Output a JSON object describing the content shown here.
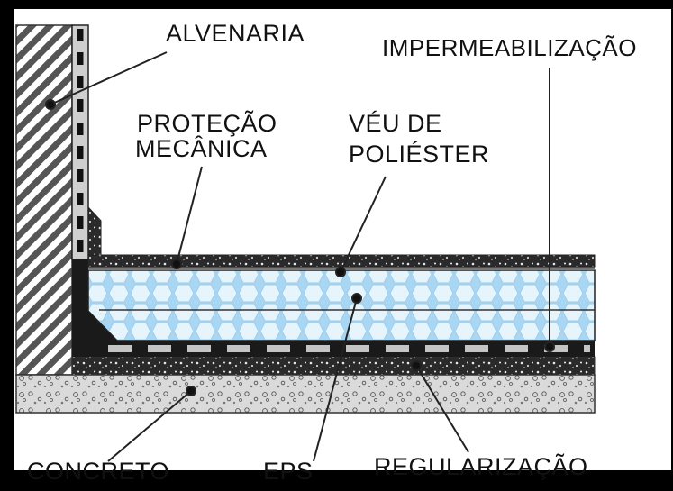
{
  "labels": {
    "alvenaria": "ALVENARIA",
    "impermeabilizacao": "IMPERMEABILIZAÇÃO",
    "protecao_line1": "PROTEÇÃO",
    "protecao_line2": "MECÂNICA",
    "veu_line1": "VÉU DE",
    "veu_line2": "POLIÉSTER",
    "concreto": "CONCRETO",
    "eps": "EPS",
    "regularizacao": "REGULARIZAÇÃO"
  },
  "colors": {
    "background": "#ffffff",
    "frame": "#000000",
    "eps_fill": "#bfe3f7",
    "eps_cell": "#e9f6fd",
    "concrete": "#d9d9d9",
    "membrane_light": "#bdbdbd",
    "membrane_dark": "#111111",
    "wall_hatch": "#555555"
  }
}
